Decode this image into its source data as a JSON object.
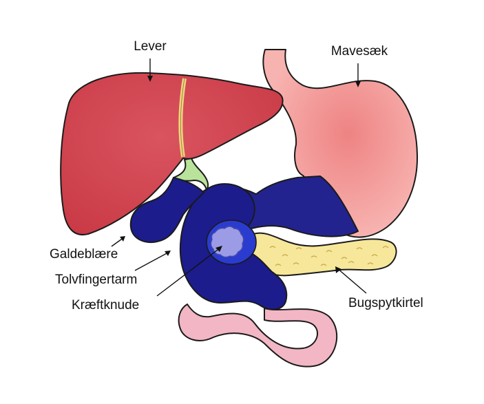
{
  "labels": {
    "liver": "Lever",
    "stomach": "Mavesæk",
    "gallbladder": "Galdeblære",
    "duodenum": "Tolvfingertarm",
    "tumor": "Kræftknude",
    "pancreas": "Bugspytkirtel"
  },
  "colors": {
    "liver": "#c93a46",
    "liver_ligament": "#f2d27a",
    "bile_duct": "#b9e39a",
    "stomach": "#f3a6a6",
    "stomach_core": "#ee8383",
    "duodenum": "#1c1c8c",
    "stomach_lower": "#23238f",
    "tumor": "#9b9be6",
    "tumor_ring": "#2a3ccf",
    "pancreas": "#f6e79a",
    "intestine": "#f2b6c4"
  }
}
